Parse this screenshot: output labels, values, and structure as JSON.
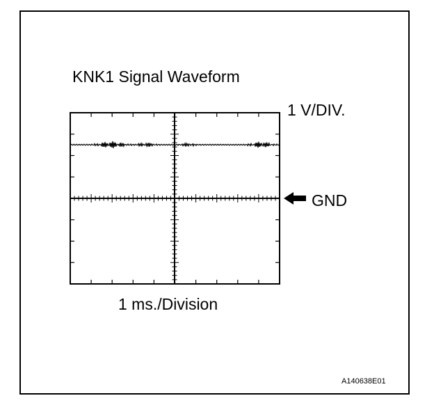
{
  "diagram": {
    "title": "KNK1 Signal Waveform",
    "voltage_scale_label": "1 V/DIV.",
    "ground_label": "GND",
    "time_scale_label": "1 ms./Division",
    "figure_code": "A140638E01"
  },
  "colors": {
    "ink": "#000000",
    "background": "#ffffff"
  },
  "icons": {
    "ground_marker": "arrow-left-icon"
  }
}
